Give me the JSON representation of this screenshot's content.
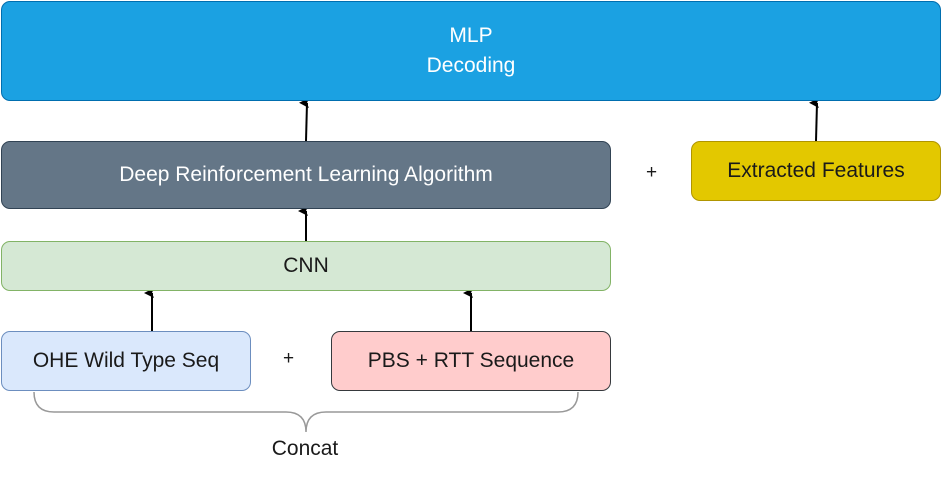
{
  "nodes": {
    "mlp": {
      "line1": "MLP",
      "line2": "Decoding",
      "color": "#1ba1e2"
    },
    "drl": {
      "label": "Deep Reinforcement Learning Algorithm",
      "color": "#647687"
    },
    "features": {
      "label": "Extracted Features",
      "color": "#e3c800"
    },
    "cnn": {
      "label": "CNN",
      "color": "#d5e8d4"
    },
    "ohe": {
      "label": "OHE Wild Type Seq",
      "color": "#dae8fc"
    },
    "pbs": {
      "label": "PBS + RTT Sequence",
      "color": "#ffcccc"
    }
  },
  "operators": {
    "plus_features": "+",
    "plus_inputs": "+"
  },
  "brace_label": "Concat",
  "edges": [
    {
      "from": "ohe",
      "to": "cnn"
    },
    {
      "from": "pbs",
      "to": "cnn"
    },
    {
      "from": "cnn",
      "to": "drl"
    },
    {
      "from": "drl",
      "to": "mlp"
    },
    {
      "from": "features",
      "to": "mlp"
    }
  ]
}
